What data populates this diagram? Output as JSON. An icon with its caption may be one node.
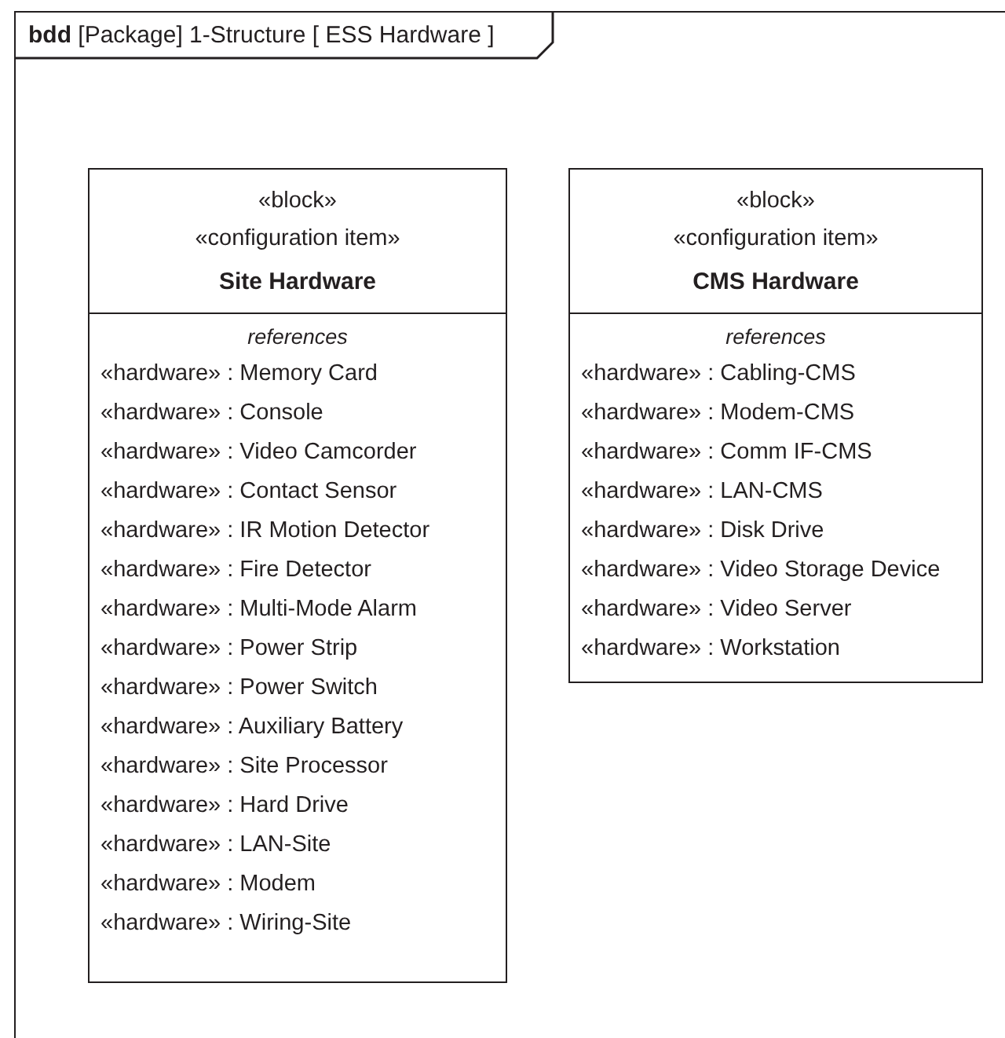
{
  "diagram": {
    "nodes": [
      {
        "text": [
          "**bdd** [Package] 1-Structure [ ESS Hardware ]"
        ]
      },
      {
        "text": [
          "«block»",
          "«configuration item»",
          "Site Hardware",
          "references",
          "«hardware» : Memory Card",
          "«hardware» : Console",
          "«hardware» : Video Camcorder",
          "«hardware» : Contact Sensor",
          "«hardware» : IR Motion Detector",
          "«hardware» : Fire Detector",
          "«hardware» : Multi-Mode Alarm",
          "«hardware» : Power Strip",
          "«hardware» : Power Switch",
          "«hardware» : Auxiliary Battery",
          "«hardware» : Site Processor",
          "«hardware» : Hard Drive",
          "«hardware» : LAN-Site",
          "«hardware» : Modem",
          "«hardware» : Wiring-Site"
        ],
        "in": 0
      },
      {
        "text": [
          "«block»",
          "«configuration item»",
          "CMS Hardware",
          "references",
          "«hardware» : Cabling-CMS",
          "«hardware» : Modem-CMS",
          "«hardware» : Comm IF-CMS",
          "«hardware» : LAN-CMS",
          "«hardware» : Disk Drive",
          "«hardware» : Video Storage Device",
          "«hardware» : Video Server",
          "«hardware» : Workstation"
        ],
        "in": 0
      }
    ]
  }
}
